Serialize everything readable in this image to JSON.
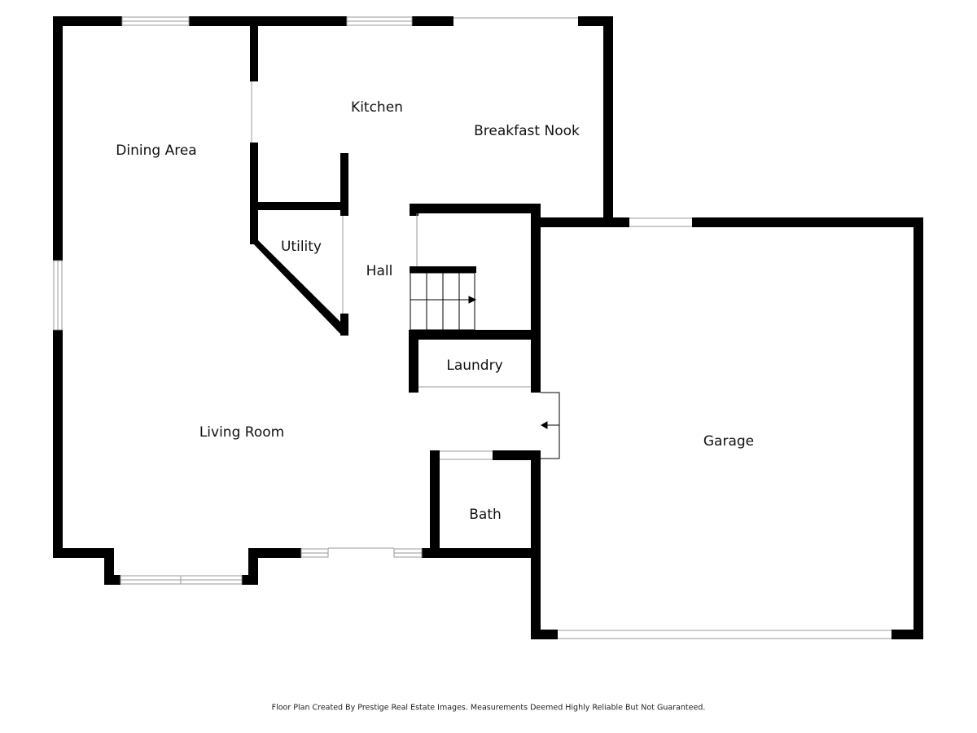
{
  "rooms": {
    "dining_area": "Dining Area",
    "kitchen": "Kitchen",
    "breakfast_nook": "Breakfast Nook",
    "utility": "Utility",
    "hall": "Hall",
    "laundry": "Laundry",
    "living_room": "Living Room",
    "bath": "Bath",
    "garage": "Garage"
  },
  "footer": "Floor Plan Created By Prestige Real Estate Images. Measurements Deemed Highly Reliable But Not Guaranteed.",
  "colors": {
    "wall": "#000000",
    "background": "#ffffff",
    "window": "#999999"
  }
}
